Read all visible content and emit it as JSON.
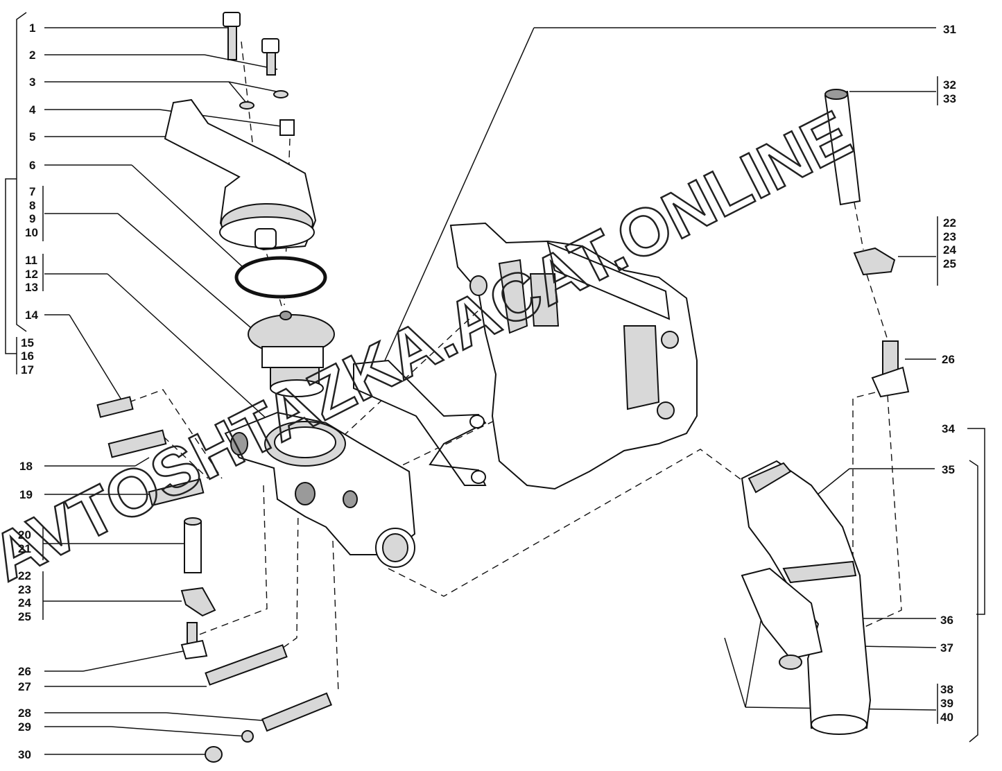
{
  "watermark": "AVTOSHTAZKA.ACAT.ONLINE",
  "left_labels": [
    {
      "text": "1"
    },
    {
      "text": "2"
    },
    {
      "text": "3"
    },
    {
      "text": "4"
    },
    {
      "text": "5"
    },
    {
      "text": "6"
    },
    {
      "text": "7"
    },
    {
      "text": "8"
    },
    {
      "text": "9"
    },
    {
      "text": "10"
    },
    {
      "text": "11"
    },
    {
      "text": "12"
    },
    {
      "text": "13"
    },
    {
      "text": "14"
    },
    {
      "text": "15"
    },
    {
      "text": "16"
    },
    {
      "text": "17"
    },
    {
      "text": "18"
    },
    {
      "text": "19"
    },
    {
      "text": "20"
    },
    {
      "text": "21"
    },
    {
      "text": "22"
    },
    {
      "text": "23"
    },
    {
      "text": "24"
    },
    {
      "text": "25"
    },
    {
      "text": "26"
    },
    {
      "text": "27"
    },
    {
      "text": "28"
    },
    {
      "text": "29"
    },
    {
      "text": "30"
    }
  ],
  "right_labels": [
    {
      "text": "31"
    },
    {
      "text": "32"
    },
    {
      "text": "33"
    },
    {
      "text": "22"
    },
    {
      "text": "23"
    },
    {
      "text": "24"
    },
    {
      "text": "25"
    },
    {
      "text": "26"
    },
    {
      "text": "34"
    },
    {
      "text": "35"
    },
    {
      "text": "36"
    },
    {
      "text": "37"
    },
    {
      "text": "38"
    },
    {
      "text": "39"
    },
    {
      "text": "40"
    }
  ]
}
